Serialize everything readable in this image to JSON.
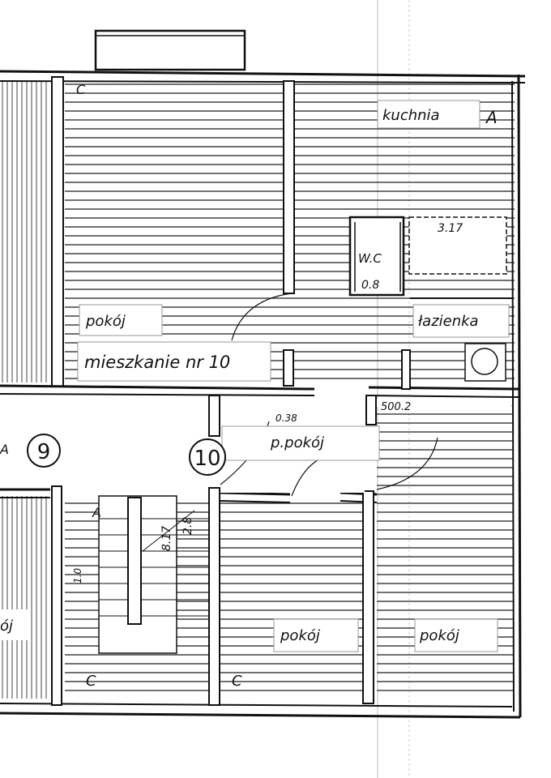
{
  "rooms": {
    "kitchen": "kuchnia",
    "room_top_left": "pokój",
    "bathroom": "łazienka",
    "apartment": "mieszkanie nr 10",
    "hall": "p.pokój",
    "room_bottom_middle": "pokój",
    "room_bottom_right": "pokój",
    "room_left_partial": "ój",
    "wc": "W.C"
  },
  "markers": {
    "stair_9": "9",
    "stair_10": "10"
  },
  "annotations": {
    "kitchen_corner": "A",
    "wc_dim": "0.8",
    "wc_top": "3.17",
    "hall_dim_left": "0.38",
    "hall_dim_right": "500.2",
    "stair_dim_a": "8.17",
    "stair_dim_b": "2.8",
    "left_dim": "1.0",
    "corner_c1": "C",
    "corner_c2": "C",
    "corner_c3": "C",
    "stair_arrow_label": "A",
    "left_mark": "A"
  },
  "colors": {
    "ink": "#111111",
    "paper": "#ffffff",
    "hatch": "#333333"
  }
}
